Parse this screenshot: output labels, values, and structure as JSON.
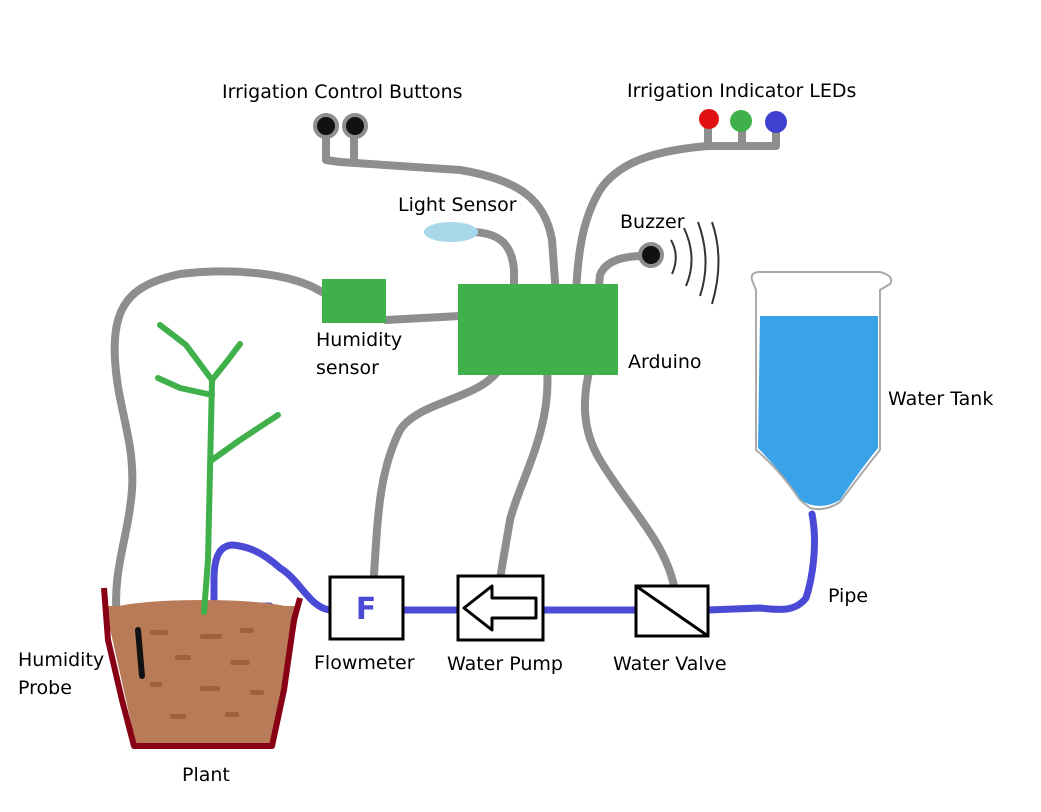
{
  "labels": {
    "control_buttons": "Irrigation Control Buttons",
    "indicator_leds": "Irrigation Indicator LEDs",
    "light_sensor": "Light Sensor",
    "buzzer": "Buzzer",
    "humidity_sensor_line1": "Humidity",
    "humidity_sensor_line2": "sensor",
    "arduino": "Arduino",
    "water_tank": "Water Tank",
    "pipe": "Pipe",
    "humidity_probe_line1": "Humidity",
    "humidity_probe_line2": "Probe",
    "flowmeter": "Flowmeter",
    "water_pump": "Water Pump",
    "water_valve": "Water Valve",
    "plant": "Plant"
  },
  "flowmeter_symbol": "F",
  "colors": {
    "wire": "#8e8e8e",
    "pipe": "#4a4ad6",
    "board": "#3fb04a",
    "plant": "#3fb04a",
    "water": "#3aa2e6",
    "soil": "#b97a57",
    "pot_rim": "#880015",
    "led_red": "#e01010",
    "led_green": "#3fb04a",
    "led_blue": "#4040d0",
    "light_sensor": "#a8d8ea"
  }
}
